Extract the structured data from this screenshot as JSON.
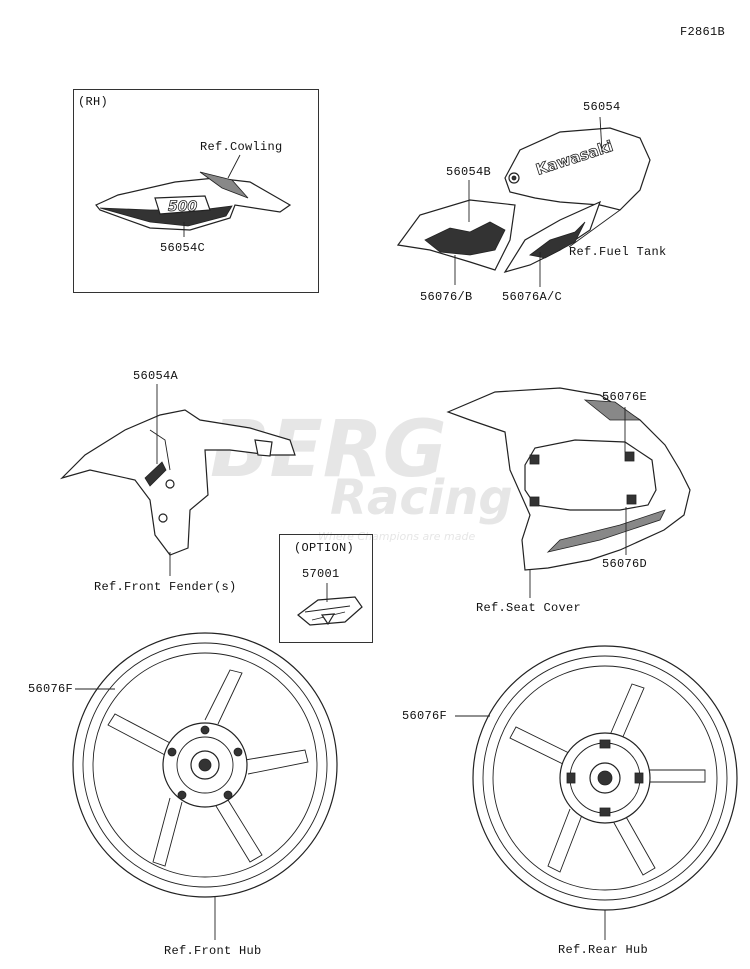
{
  "figure_code": "F2861B",
  "rh_box": {
    "tag": "(RH)",
    "ref": "Ref.Cowling",
    "part": "56054C"
  },
  "fuel_tank": {
    "parts": [
      "56054",
      "56054B",
      "56076/B",
      "56076A/C"
    ],
    "ref": "Ref.Fuel Tank"
  },
  "front_fender": {
    "part": "56054A",
    "ref": "Ref.Front Fender(s)"
  },
  "option_box": {
    "tag": "(OPTION)",
    "part": "57001"
  },
  "seat_cover": {
    "parts": [
      "56076E",
      "56076D"
    ],
    "ref": "Ref.Seat Cover"
  },
  "front_wheel": {
    "part": "56076F",
    "ref": "Ref.Front Hub"
  },
  "rear_wheel": {
    "part": "56076F",
    "ref": "Ref.Rear Hub"
  },
  "graphics": {
    "cowling_logo": "500",
    "tank_logo": "Kawasaki"
  },
  "watermark": {
    "line1": "BERG",
    "line2": "Racing",
    "line3": "Where Champions are made"
  }
}
